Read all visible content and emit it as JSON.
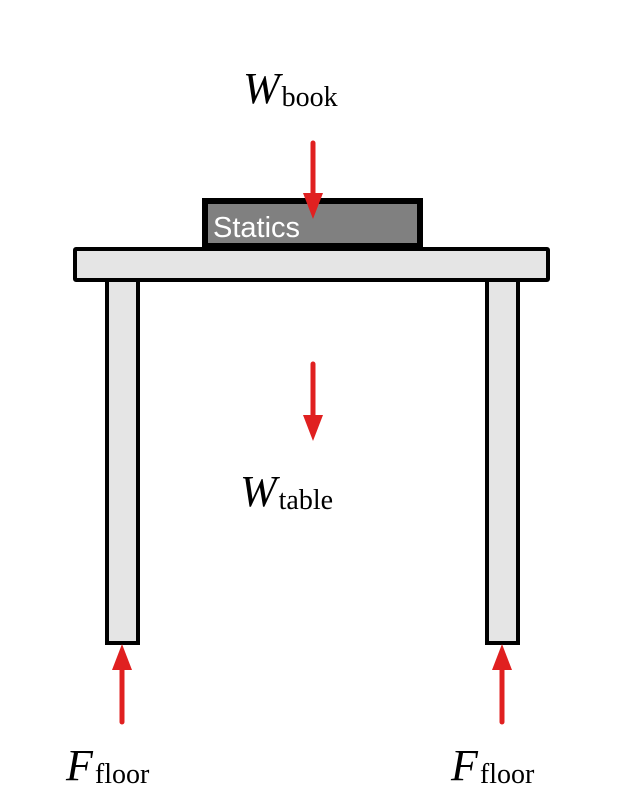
{
  "book": {
    "title": "Statics"
  },
  "labels": {
    "w_book": {
      "symbol": "W",
      "subscript": "book"
    },
    "w_table": {
      "symbol": "W",
      "subscript": "table"
    },
    "f_floor_left": {
      "symbol": "F",
      "subscript": "floor"
    },
    "f_floor_right": {
      "symbol": "F",
      "subscript": "floor"
    }
  },
  "colors": {
    "arrow": "#e02020",
    "table": "#e5e5e5",
    "book": "#808080",
    "outline": "#000000"
  }
}
